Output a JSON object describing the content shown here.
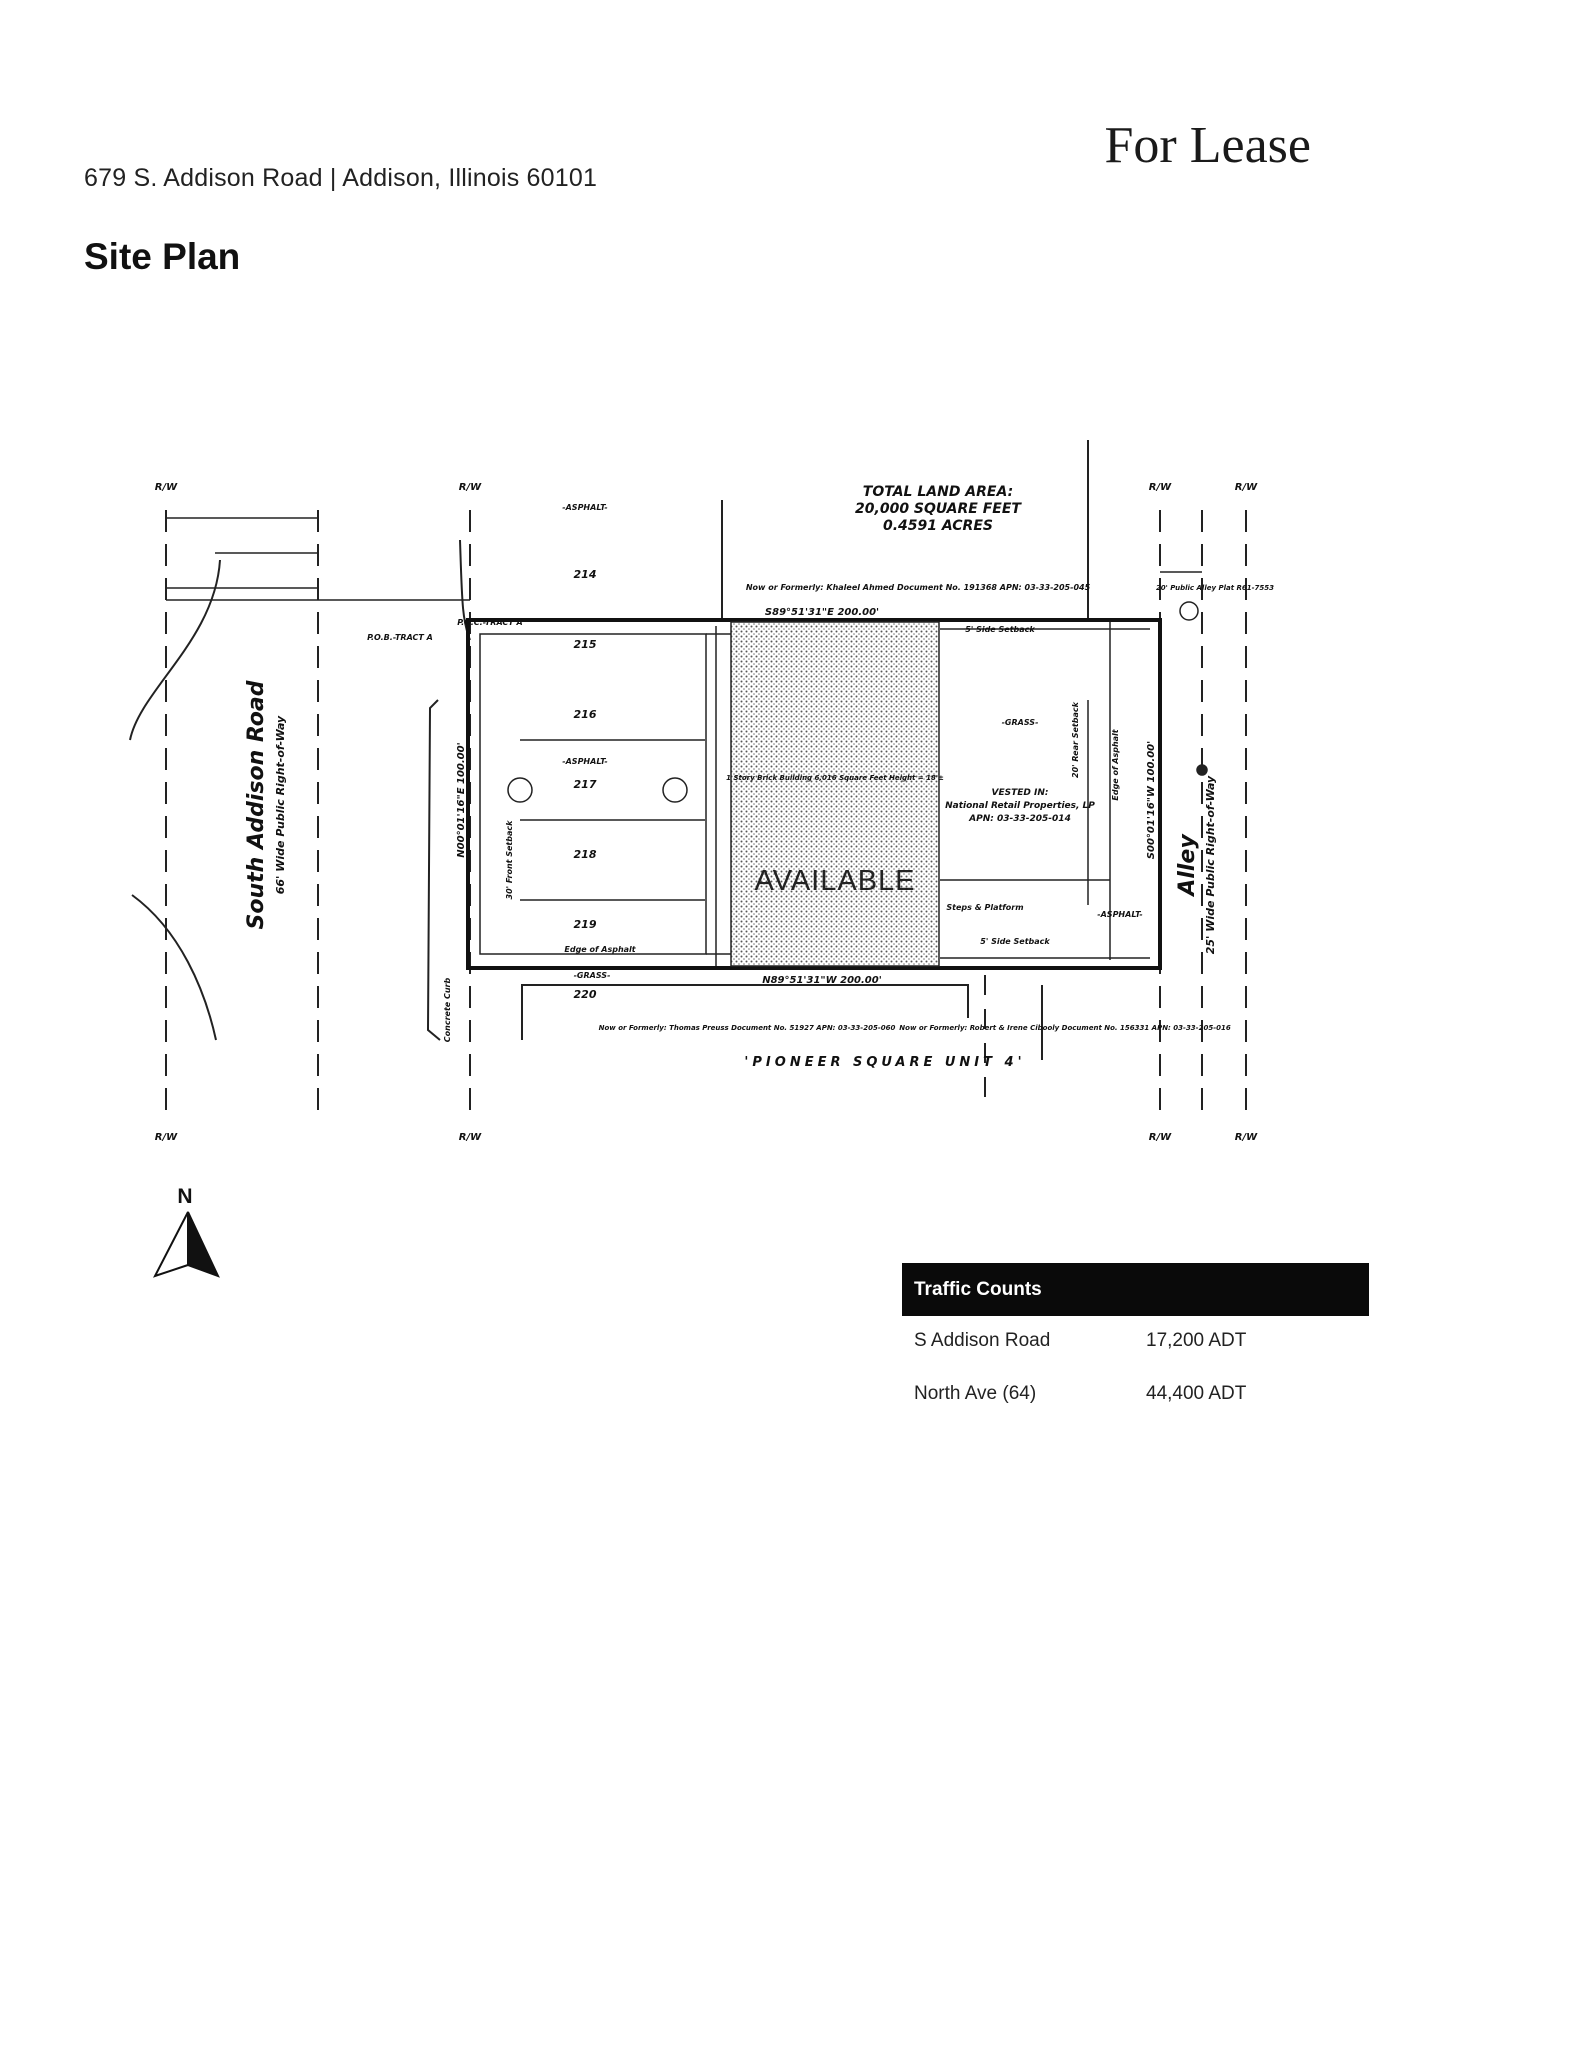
{
  "header": {
    "address": "679 S. Addison Road | Addison, Illinois 60101",
    "status": "For Lease",
    "section_title": "Site Plan"
  },
  "site_plan": {
    "total_land_area_label": "TOTAL LAND AREA:",
    "total_land_area_sqft": "20,000 SQUARE FEET",
    "total_land_area_acres": "0.4591 ACRES",
    "available_label": "AVAILABLE",
    "west_road_name": "South Addison Road",
    "west_road_width": "66' Wide Public Right-of-Way",
    "east_road_name": "Alley",
    "east_road_width": "25' Wide Public Right-of-Way",
    "north_bearing": "S89°51'31\"E 200.00'",
    "south_bearing": "N89°51'31\"W 200.00'",
    "west_bearing": "N00°01'16\"E 100.00'",
    "east_bearing": "S00°01'16\"W 100.00'",
    "building_note": "1 Story Brick Building 6,016 Square Feet Height = 18'±",
    "vested_in": "VESTED IN:",
    "owner": "National Retail Properties, LP",
    "apn": "APN: 03-33-205-014",
    "north_neighbor": "Now or Formerly: Khaleel Ahmed Document No. 191368 APN: 03-33-205-045",
    "south_neighbor_1": "Now or Formerly: Thomas Preuss Document No. 51927 APN: 03-33-205-060",
    "south_neighbor_2": "Now or Formerly: Robert & Irene Cibooly Document No. 156331 APN: 03-33-205-016",
    "subdivision": "'PIONEER SQUARE UNIT 4'",
    "pob": "P.O.B.-TRACT A",
    "poc": "P.O.C.-TRACT A",
    "lot_numbers": [
      "214",
      "215",
      "216",
      "217",
      "218",
      "219",
      "220"
    ],
    "asphalt_label": "-ASPHALT-",
    "grass_label": "-GRASS-",
    "side_setback": "5' Side Setback",
    "rear_setback": "20' Rear Setback",
    "front_setback": "30' Front Setback",
    "edge_of_asphalt": "Edge of Asphalt",
    "concrete_curb": "Concrete Curb",
    "steps_platform": "Steps & Platform",
    "alley_plat": "20' Public Alley Plat R61-7553",
    "rw": "R/W"
  },
  "compass": {
    "label": "N"
  },
  "traffic": {
    "title": "Traffic Counts",
    "rows": [
      {
        "road": "S Addison Road",
        "count": "17,200 ADT"
      },
      {
        "road": "North Ave (64)",
        "count": "44,400 ADT"
      }
    ]
  }
}
